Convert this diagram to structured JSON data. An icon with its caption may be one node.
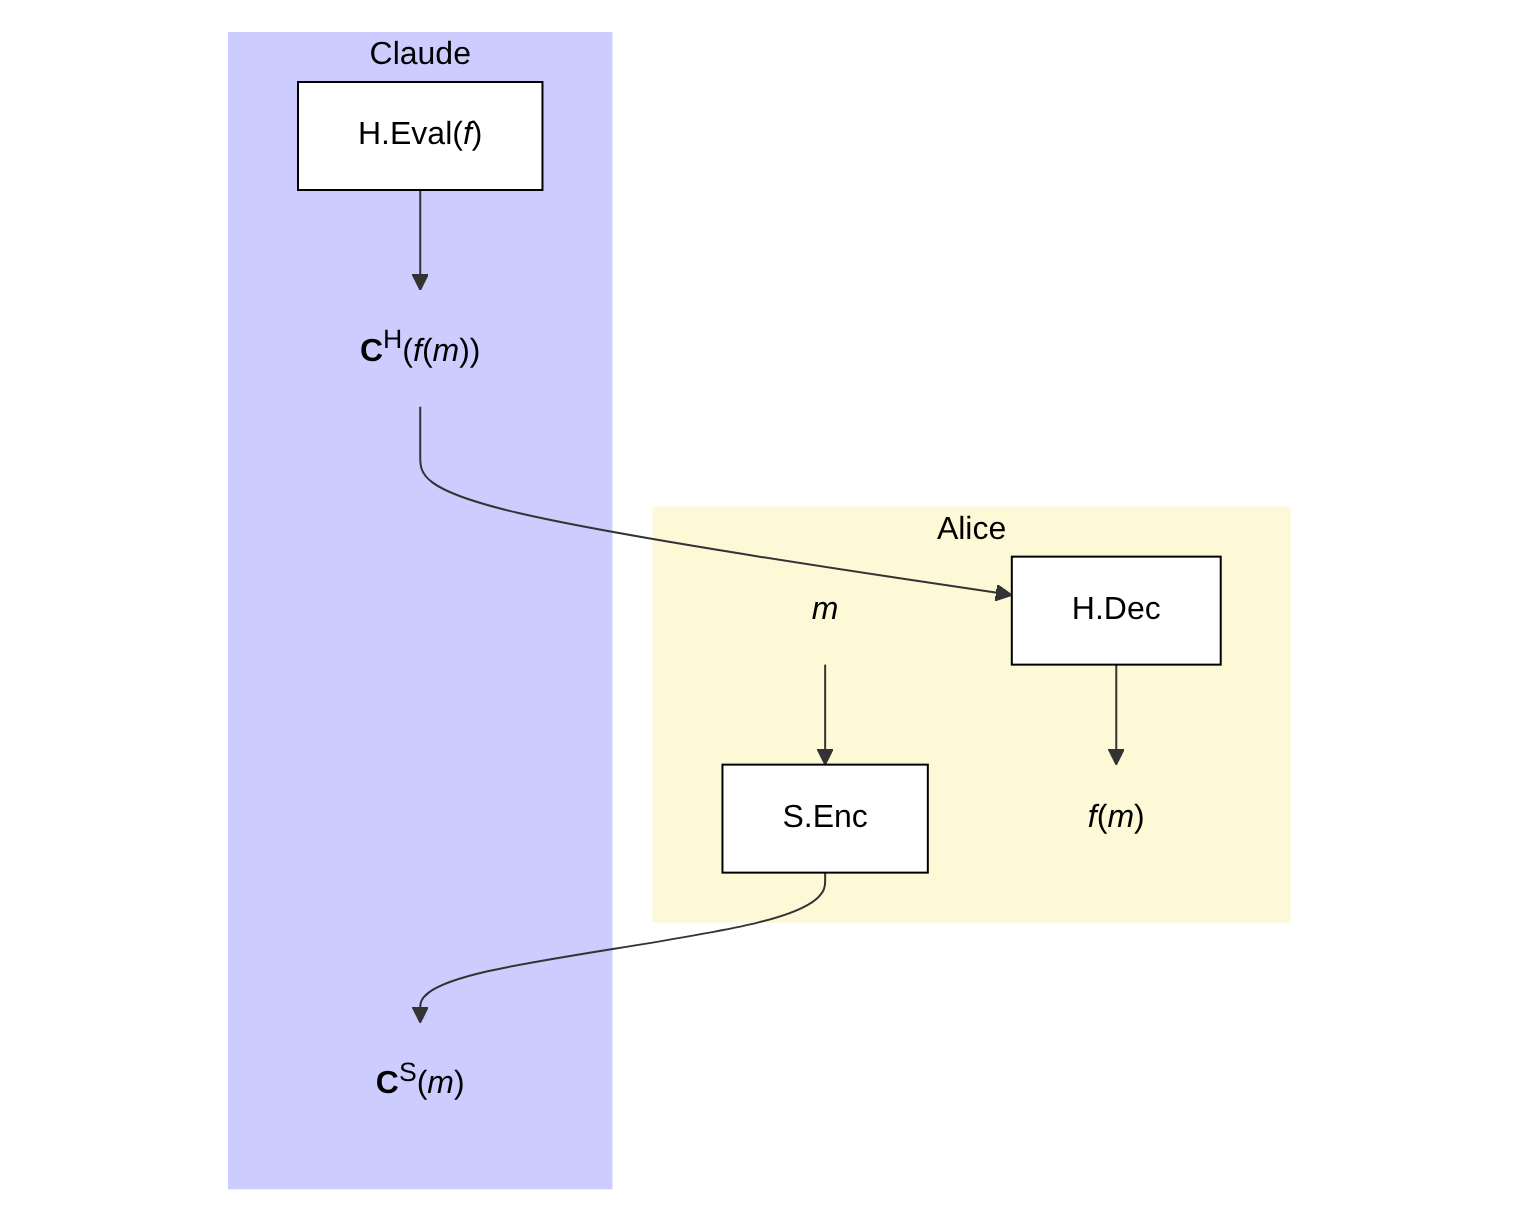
{
  "diagram": {
    "nodes": [
      {
        "text": [
          "Alice"
        ]
      },
      {
        "text": [
          "*m*"
        ],
        "in": 0
      },
      {
        "text": [
          "S.Enc"
        ],
        "in": 0
      },
      {
        "text": [
          "H.Dec"
        ],
        "in": 0
      },
      {
        "text": [
          "*f*(*m*)"
        ],
        "in": 0
      },
      {
        "text": [
          "Claude"
        ]
      },
      {
        "text": [
          "**C**$^{S}$(*m*)"
        ],
        "in": 5
      },
      {
        "text": [
          "H.Eval(*f*)"
        ],
        "in": 5
      },
      {
        "text": [
          "**C**$^{H}$(*f*(*m*))"
        ],
        "in": 5
      }
    ],
    "edges": [
      {
        "from": 1,
        "to": 2,
        "arrow": "to"
      },
      {
        "from": 2,
        "to": 6,
        "arrow": "to"
      },
      {
        "from": 7,
        "to": 8,
        "arrow": "to"
      },
      {
        "from": 8,
        "to": 3,
        "arrow": "to"
      },
      {
        "from": 3,
        "to": 4,
        "arrow": "to"
      }
    ]
  }
}
